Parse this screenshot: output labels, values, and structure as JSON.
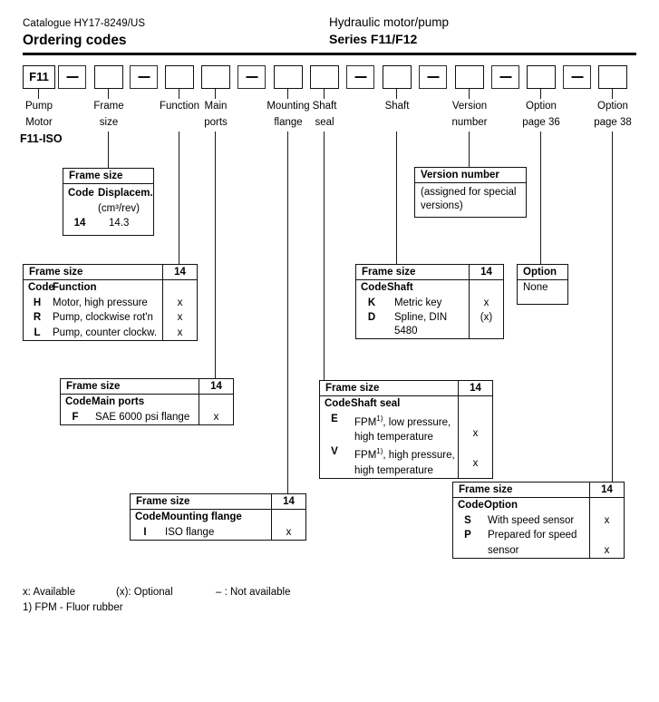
{
  "header": {
    "catalogue": "Catalogue HY17-8249/US",
    "title": "Ordering codes",
    "product": "Hydraulic motor/pump",
    "series": "Series F11/F12"
  },
  "code_string": {
    "boxes": [
      {
        "text": "F11",
        "type": "value"
      },
      {
        "text": "—",
        "type": "dash"
      },
      {
        "text": "",
        "type": "value"
      },
      {
        "text": "—",
        "type": "dash"
      },
      {
        "text": "",
        "type": "value"
      },
      {
        "text": "",
        "type": "value"
      },
      {
        "text": "—",
        "type": "dash"
      },
      {
        "text": "",
        "type": "value"
      },
      {
        "text": "",
        "type": "value"
      },
      {
        "text": "—",
        "type": "dash"
      },
      {
        "text": "",
        "type": "value"
      },
      {
        "text": "—",
        "type": "dash"
      },
      {
        "text": "",
        "type": "value"
      },
      {
        "text": "—",
        "type": "dash"
      },
      {
        "text": "",
        "type": "value"
      },
      {
        "text": "—",
        "type": "dash"
      },
      {
        "text": "",
        "type": "value"
      }
    ],
    "labels": {
      "pump": "Pump",
      "motor": "Motor",
      "f11iso": "F11-ISO",
      "frame_size_l1": "Frame",
      "frame_size_l2": "size",
      "function": "Function",
      "main_ports_l1": "Main",
      "main_ports_l2": "ports",
      "mounting_flange_l1": "Mounting",
      "mounting_flange_l2": "flange",
      "shaft_seal_l1": "Shaft",
      "shaft_seal_l2": "seal",
      "shaft": "Shaft",
      "version_number_l1": "Version",
      "version_number_l2": "number",
      "option36_l1": "Option",
      "option36_l2": "page 36",
      "option38_l1": "Option",
      "option38_l2": "page 38"
    }
  },
  "tables": {
    "frame_size": {
      "title": "Frame size",
      "col_code": "Code",
      "col_desc": "Displacem.",
      "units": "(cm³/rev)",
      "rows": [
        {
          "code": "14",
          "value": "14.3"
        }
      ]
    },
    "function": {
      "title": "Frame size",
      "size": "14",
      "col_code": "Code",
      "col_desc": "Function",
      "rows": [
        {
          "code": "H",
          "desc": "Motor, high pressure",
          "value": "x"
        },
        {
          "code": "R",
          "desc": "Pump, clockwise rot'n",
          "value": "x"
        },
        {
          "code": "L",
          "desc": "Pump, counter clockw.",
          "value": "x"
        }
      ]
    },
    "main_ports": {
      "title": "Frame size",
      "size": "14",
      "col_code": "Code",
      "col_desc": "Main ports",
      "rows": [
        {
          "code": "F",
          "desc": "SAE 6000 psi flange",
          "value": "x"
        }
      ]
    },
    "mounting_flange": {
      "title": "Frame size",
      "size": "14",
      "col_code": "Code",
      "col_desc": "Mounting flange",
      "rows": [
        {
          "code": "I",
          "desc": "ISO flange",
          "value": "x"
        }
      ]
    },
    "shaft_seal": {
      "title": "Frame size",
      "size": "14",
      "col_code": "Code",
      "col_desc": "Shaft seal",
      "rows": [
        {
          "code": "E",
          "desc_line1": "FPM",
          "desc_sup": "1)",
          "desc_line1b": ", low pressure,",
          "desc_line2": "high temperature",
          "value": "x"
        },
        {
          "code": "V",
          "desc_line1": "FPM",
          "desc_sup": "1)",
          "desc_line1b": ", high pressure,",
          "desc_line2": "high temperature",
          "value": "x"
        }
      ]
    },
    "shaft": {
      "title": "Frame size",
      "size": "14",
      "col_code": "Code",
      "col_desc": "Shaft",
      "rows": [
        {
          "code": "K",
          "desc": "Metric key",
          "value": "x"
        },
        {
          "code": "D",
          "desc": "Spline, DIN 5480",
          "value": "(x)"
        }
      ]
    },
    "version_number": {
      "title": "Version number",
      "body_line1": "(assigned for special",
      "body_line2": "versions)"
    },
    "option36": {
      "title": "Option",
      "body": "None"
    },
    "option38": {
      "title": "Frame size",
      "size": "14",
      "col_code": "Code",
      "col_desc": "Option",
      "rows": [
        {
          "code": "S",
          "desc_line1": "With speed sensor",
          "desc_line2": "",
          "value": "x"
        },
        {
          "code": "P",
          "desc_line1": "Prepared for speed",
          "desc_line2": "sensor",
          "value": "x"
        }
      ]
    }
  },
  "legend": {
    "available": "x:  Available",
    "optional": "(x): Optional",
    "not_available": "– :  Not available",
    "footnote": "1)  FPM - Fluor rubber"
  }
}
